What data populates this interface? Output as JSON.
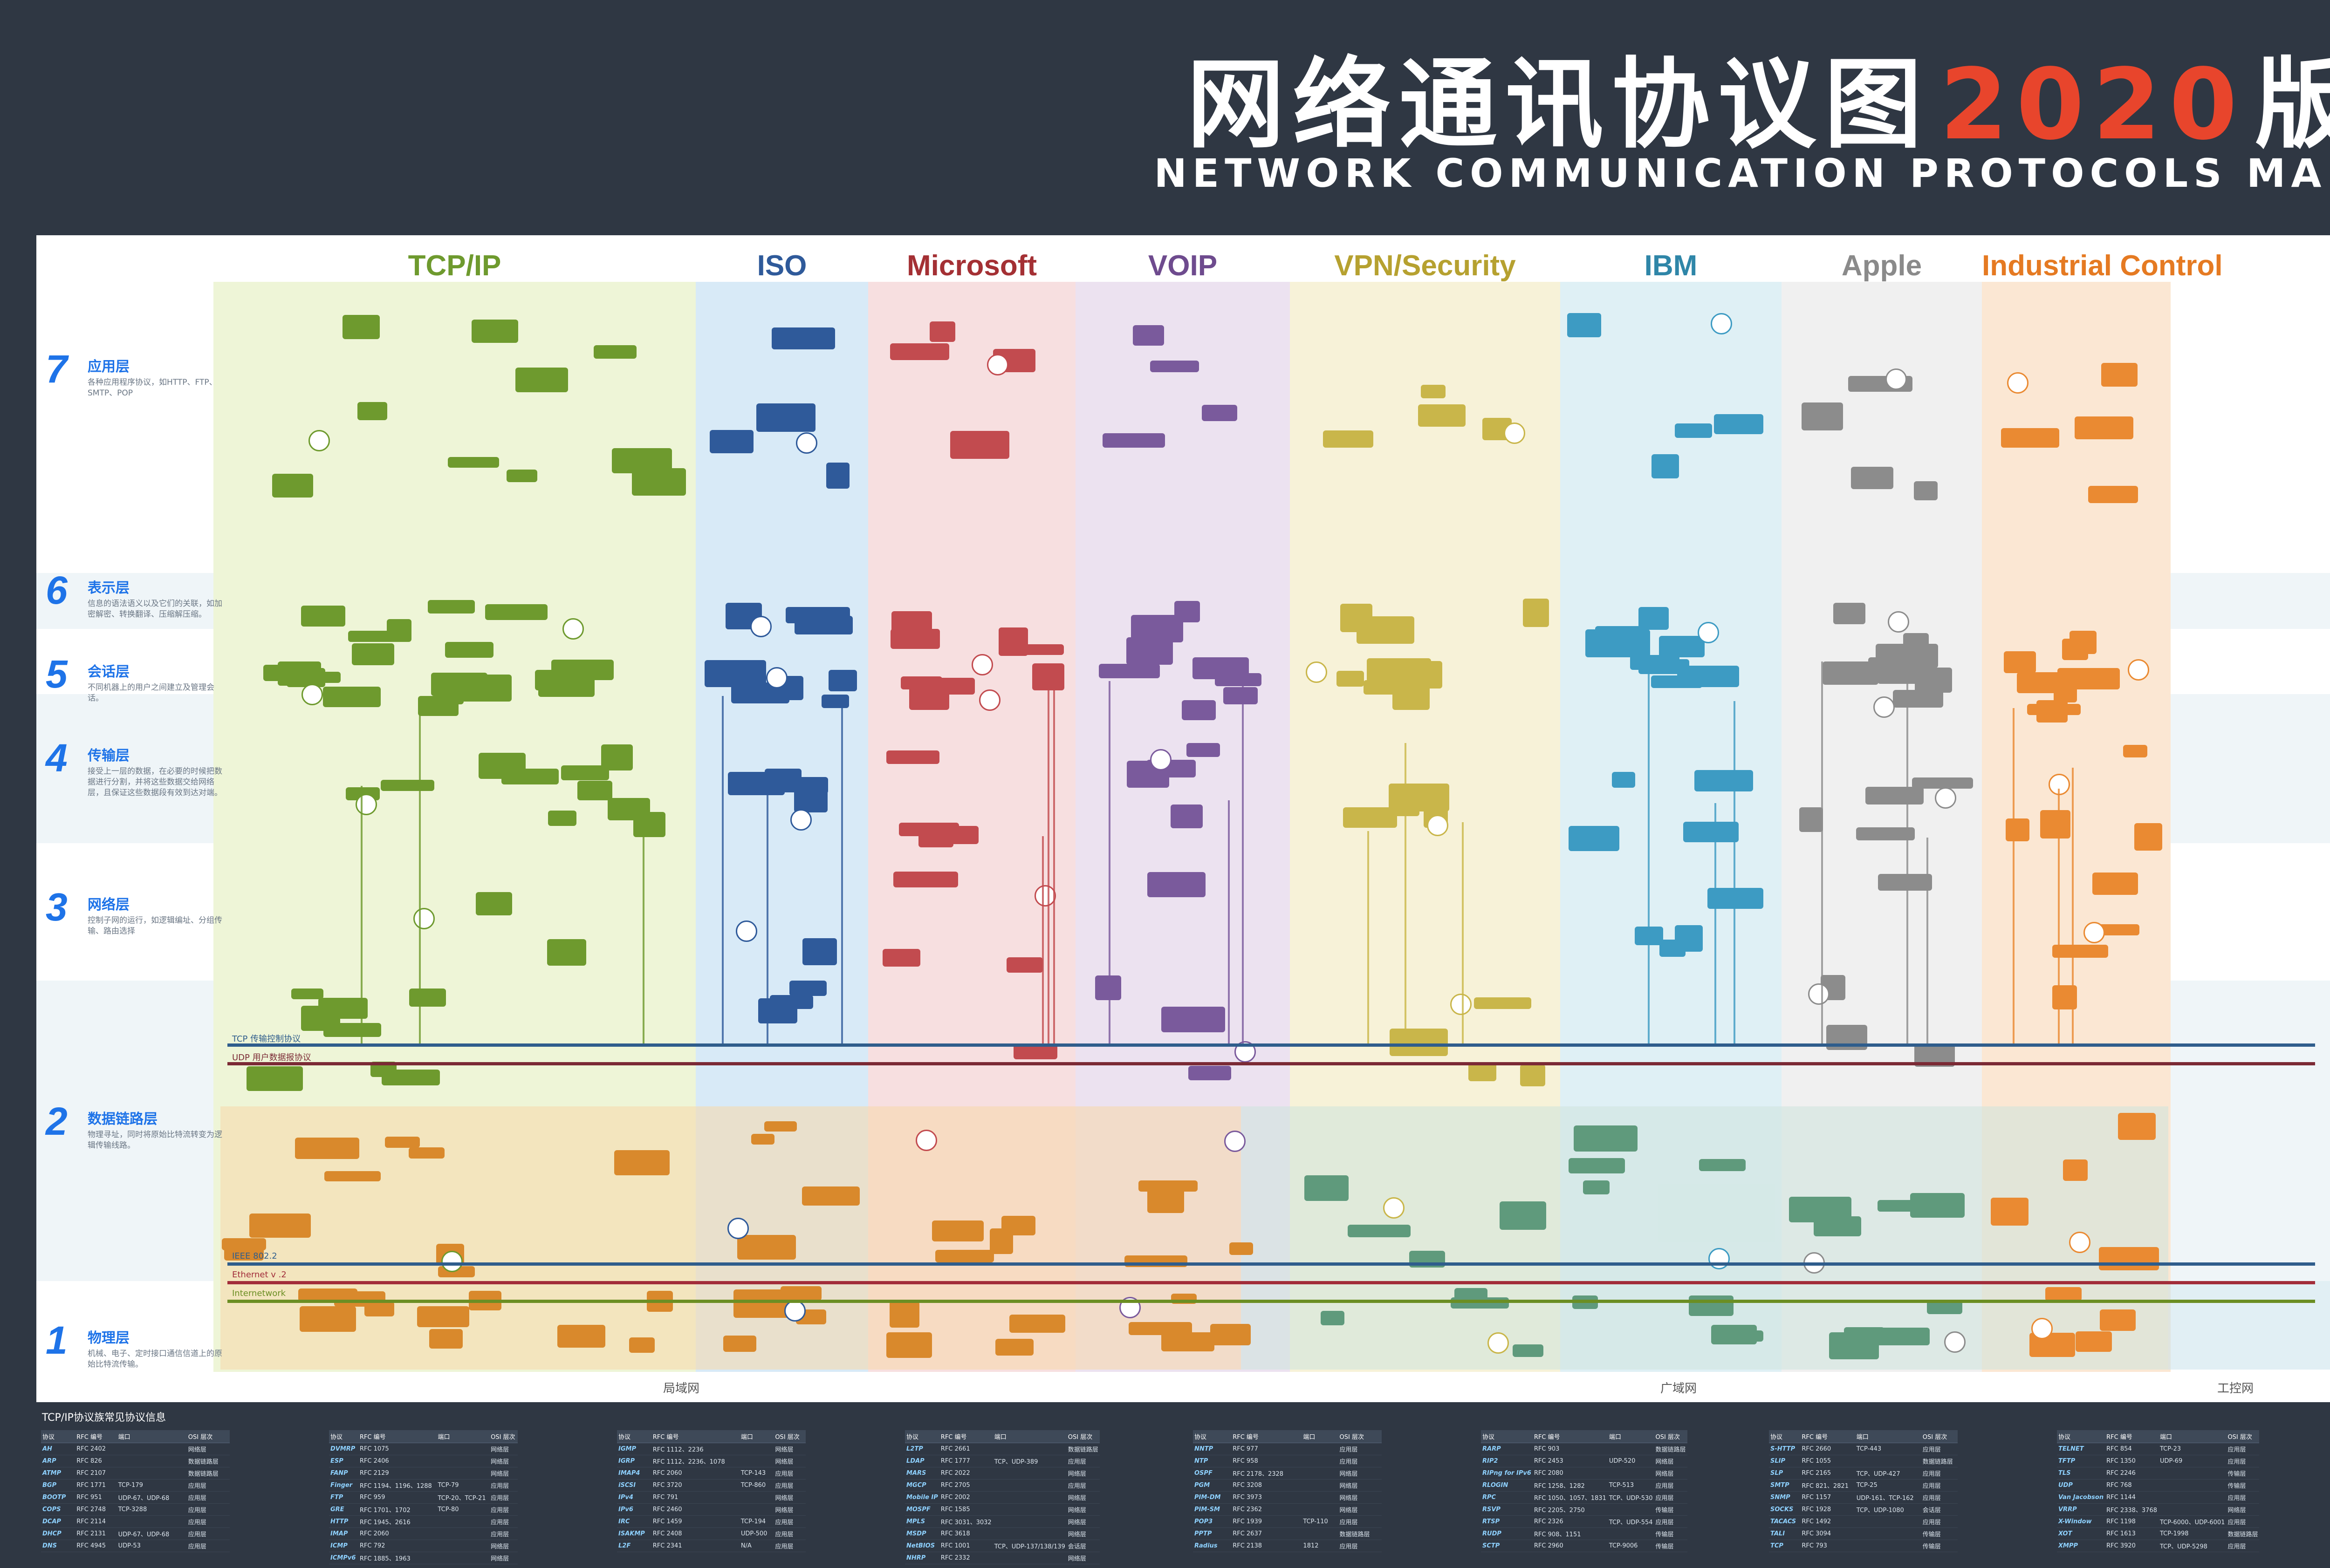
{
  "header": {
    "title_cn": "网络通讯协议图",
    "title_year": "2020",
    "title_suffix": "版",
    "title_en": "NETWORK COMMUNICATION PROTOCOLS MAP"
  },
  "columns": [
    {
      "title": "TCP/IP",
      "color": "#6e9a2e",
      "bg": "#eef5d7"
    },
    {
      "title": "ISO",
      "color": "#2f5a9a",
      "bg": "#d8eaf7"
    },
    {
      "title": "Microsoft",
      "color": "#a43034",
      "bg": "#f7dfe0"
    },
    {
      "title": "VOIP",
      "color": "#6e4b8e",
      "bg": "#ece2f0"
    },
    {
      "title": "VPN/Security",
      "color": "#b6a130",
      "bg": "#f7f2d8"
    },
    {
      "title": "IBM",
      "color": "#2f86a8",
      "bg": "#dff0f5"
    },
    {
      "title": "Apple",
      "color": "#8a8a8a",
      "bg": "#f0f0f0"
    },
    {
      "title": "Industrial Control",
      "color": "#e57a22",
      "bg": "#fbe7d3"
    }
  ],
  "layers": [
    {
      "num": "7",
      "name": "应用层",
      "desc": "各种应用程序协议，如HTTP、FTP、SMTP、POP"
    },
    {
      "num": "6",
      "name": "表示层",
      "desc": "信息的语法语义以及它们的关联，如加密解密、转换翻译、压缩解压缩。"
    },
    {
      "num": "5",
      "name": "会话层",
      "desc": "不同机器上的用户之间建立及管理会话。"
    },
    {
      "num": "4",
      "name": "传输层",
      "desc": "接受上一层的数据，在必要的时候把数据进行分割，并将这些数据交给网络层，且保证这些数据段有效到达对端。"
    },
    {
      "num": "3",
      "name": "网络层",
      "desc": "控制子网的运行，如逻辑编址、分组传输、路由选择"
    },
    {
      "num": "2",
      "name": "数据链路层",
      "desc": "物理寻址，同时将原始比特流转变为逻辑传输线路。"
    },
    {
      "num": "1",
      "name": "物理层",
      "desc": "机械、电子、定时接口通信信道上的原始比特流传输。"
    }
  ],
  "bus_lines": [
    {
      "label": "TCP  传输控制协议",
      "color": "#2f5d8c"
    },
    {
      "label": "UDP  用户数据报协议",
      "color": "#7b2a35"
    },
    {
      "label": "IEEE   802.2",
      "color": "#2f5d8c"
    },
    {
      "label": "Ethernet v .2",
      "color": "#a22d3a"
    },
    {
      "label": "Internetwork",
      "color": "#6b8e23"
    }
  ],
  "region_labels": {
    "lan": "局域网",
    "wan": "广域网",
    "industrial": "工控网"
  },
  "footer": {
    "title": "TCP/IP协议族常见协议信息",
    "headers": [
      "协议",
      "RFC 编号",
      "端口",
      "OSI 层次"
    ],
    "tables": [
      [
        [
          "AH",
          "RFC 2402",
          "",
          "网络层"
        ],
        [
          "ARP",
          "RFC 826",
          "",
          "数据链路层"
        ],
        [
          "ATMP",
          "RFC 2107",
          "",
          "数据链路层"
        ],
        [
          "BGP",
          "RFC 1771",
          "TCP-179",
          "应用层"
        ],
        [
          "BOOTP",
          "RFC 951",
          "UDP-67、UDP-68",
          "应用层"
        ],
        [
          "COPS",
          "RFC 2748",
          "TCP-3288",
          "应用层"
        ],
        [
          "DCAP",
          "RFC 2114",
          "",
          "应用层"
        ],
        [
          "DHCP",
          "RFC 2131",
          "UDP-67、UDP-68",
          "应用层"
        ],
        [
          "DNS",
          "RFC 4945",
          "UDP-53",
          "应用层"
        ]
      ],
      [
        [
          "DVMRP",
          "RFC 1075",
          "",
          "网络层"
        ],
        [
          "ESP",
          "RFC 2406",
          "",
          "网络层"
        ],
        [
          "FANP",
          "RFC 2129",
          "",
          "网络层"
        ],
        [
          "Finger",
          "RFC 1194、1196、1288",
          "TCP-79",
          "应用层"
        ],
        [
          "FTP",
          "RFC 959",
          "TCP-20、TCP-21",
          "应用层"
        ],
        [
          "GRE",
          "RFC 1701、1702",
          "TCP-80",
          "应用层"
        ],
        [
          "HTTP",
          "RFC 1945、2616",
          "",
          "应用层"
        ],
        [
          "IMAP",
          "RFC 2060",
          "",
          "应用层"
        ],
        [
          "ICMP",
          "RFC 792",
          "",
          "网络层"
        ],
        [
          "ICMPv6",
          "RFC 1885、1963",
          "",
          "网络层"
        ]
      ],
      [
        [
          "IGMP",
          "RFC 1112、2236",
          "",
          "网络层"
        ],
        [
          "IGRP",
          "RFC 1112、2236、1078",
          "",
          "网络层"
        ],
        [
          "IMAP4",
          "RFC 2060",
          "TCP-143",
          "应用层"
        ],
        [
          "iSCSI",
          "RFC 3720",
          "TCP-860",
          "应用层"
        ],
        [
          "IPv4",
          "RFC 791",
          "",
          "网络层"
        ],
        [
          "IPv6",
          "RFC 2460",
          "",
          "网络层"
        ],
        [
          "IRC",
          "RFC 1459",
          "TCP-194",
          "应用层"
        ],
        [
          "ISAKMP",
          "RFC 2408",
          "UDP-500",
          "应用层"
        ],
        [
          "L2F",
          "RFC 2341",
          "N/A",
          "应用层"
        ]
      ],
      [
        [
          "L2TP",
          "RFC 2661",
          "",
          "数据链路层"
        ],
        [
          "LDAP",
          "RFC 1777",
          "TCP、UDP-389",
          "应用层"
        ],
        [
          "MARS",
          "RFC 2022",
          "",
          "网络层"
        ],
        [
          "MGCP",
          "RFC 2705",
          "",
          "应用层"
        ],
        [
          "Mobile IP",
          "RFC 2002",
          "",
          "网络层"
        ],
        [
          "MOSPF",
          "RFC 1585",
          "",
          "网络层"
        ],
        [
          "MPLS",
          "RFC 3031、3032",
          "",
          "网络层"
        ],
        [
          "MSDP",
          "RFC 3618",
          "",
          "网络层"
        ],
        [
          "NetBIOS",
          "RFC 1001",
          "TCP、UDP-137/138/139",
          "会话层"
        ],
        [
          "NHRP",
          "RFC 2332",
          "",
          "网络层"
        ]
      ],
      [
        [
          "NNTP",
          "RFC 977",
          "",
          "应用层"
        ],
        [
          "NTP",
          "RFC 958",
          "",
          "应用层"
        ],
        [
          "OSPF",
          "RFC 2178、2328",
          "",
          "网络层"
        ],
        [
          "PGM",
          "RFC 3208",
          "",
          "网络层"
        ],
        [
          "PIM-DM",
          "RFC 3973",
          "",
          "网络层"
        ],
        [
          "PIM-SM",
          "RFC 2362",
          "",
          "网络层"
        ],
        [
          "POP3",
          "RFC 1939",
          "TCP-110",
          "应用层"
        ],
        [
          "PPTP",
          "RFC 2637",
          "",
          "数据链路层"
        ],
        [
          "Radius",
          "RFC 2138",
          "1812",
          "应用层"
        ]
      ],
      [
        [
          "RARP",
          "RFC 903",
          "",
          "数据链路层"
        ],
        [
          "RIP2",
          "RFC 2453",
          "UDP-520",
          "网络层"
        ],
        [
          "RIPng for IPv6",
          "RFC 2080",
          "",
          "网络层"
        ],
        [
          "RLOGIN",
          "RFC 1258、1282",
          "TCP-513",
          "应用层"
        ],
        [
          "RPC",
          "RFC 1050、1057、1831",
          "TCP、UDP-530",
          "应用层"
        ],
        [
          "RSVP",
          "RFC 2205、2750",
          "",
          "传输层"
        ],
        [
          "RTSP",
          "RFC 2326",
          "TCP、UDP-554",
          "应用层"
        ],
        [
          "RUDP",
          "RFC 908、1151",
          "",
          "传输层"
        ],
        [
          "SCTP",
          "RFC 2960",
          "TCP-9006",
          "传输层"
        ]
      ],
      [
        [
          "S-HTTP",
          "RFC 2660",
          "TCP-443",
          "应用层"
        ],
        [
          "SLIP",
          "RFC 1055",
          "",
          "数据链路层"
        ],
        [
          "SLP",
          "RFC 2165",
          "TCP、UDP-427",
          "应用层"
        ],
        [
          "SMTP",
          "RFC 821、2821",
          "TCP-25",
          "应用层"
        ],
        [
          "SNMP",
          "RFC 1157",
          "UDP-161、TCP-162",
          "应用层"
        ],
        [
          "SOCKS",
          "RFC 1928",
          "TCP、UDP-1080",
          "会话层"
        ],
        [
          "TACACS",
          "RFC 1492",
          "",
          "应用层"
        ],
        [
          "TALI",
          "RFC 3094",
          "",
          "传输层"
        ],
        [
          "TCP",
          "RFC 793",
          "",
          "传输层"
        ]
      ],
      [
        [
          "TELNET",
          "RFC 854",
          "TCP-23",
          "应用层"
        ],
        [
          "TFTP",
          "RFC 1350",
          "UDP-69",
          "应用层"
        ],
        [
          "TLS",
          "RFC 2246",
          "",
          "传输层"
        ],
        [
          "UDP",
          "RFC 768",
          "",
          "传输层"
        ],
        [
          "Van Jacobson",
          "RFC 1144",
          "",
          "应用层"
        ],
        [
          "VRRP",
          "RFC 2338、3768",
          "",
          "网络层"
        ],
        [
          "X-Window",
          "RFC 1198",
          "TCP-6000、UDP-6001",
          "应用层"
        ],
        [
          "XOT",
          "RFC 1613",
          "TCP-1998",
          "数据链路层"
        ],
        [
          "XMPP",
          "RFC 3920",
          "TCP、UDP-5298",
          "应用层"
        ]
      ]
    ]
  }
}
